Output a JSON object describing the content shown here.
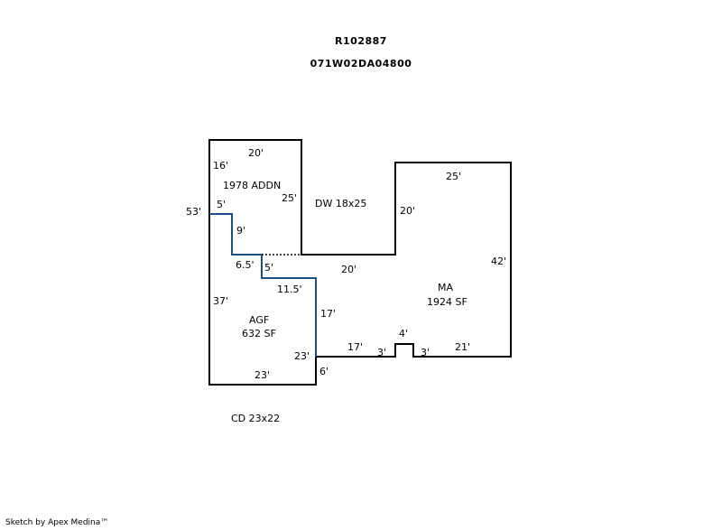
{
  "header": {
    "parcel_id": "R102887",
    "map_number": "071W02DA04800"
  },
  "areas": {
    "addition": {
      "name": "1978 ADDN"
    },
    "driveway": {
      "name": "DW 18x25"
    },
    "main": {
      "name": "MA",
      "area": "1924 SF"
    },
    "garage": {
      "name": "AGF",
      "area": "632 SF"
    },
    "deck": {
      "name": "CD 23x22"
    }
  },
  "dimensions": {
    "addn_top": "20'",
    "addn_side_left": "16'",
    "addn_right": "25'",
    "addn_step_top": "5'",
    "overall_left": "53'",
    "step_9": "9'",
    "step_6_5": "6.5'",
    "step_5": "5'",
    "step_11_5": "11.5'",
    "dw_bottom": "20'",
    "ma_top": "25'",
    "ma_left_upper": "20'",
    "ma_right": "42'",
    "agf_left": "37'",
    "agf_right_upper": "17'",
    "agf_right_lower": "23'",
    "agf_bottom": "23'",
    "agf_notch": "6'",
    "ma_bottom_left": "17'",
    "bump_left": "3'",
    "bump_top": "4'",
    "bump_right": "3'",
    "ma_bottom_right": "21'"
  },
  "footer": {
    "credit": "Sketch by Apex Medina™"
  },
  "colors": {
    "line": "#000000",
    "garage_line": "#1a4f8a"
  }
}
